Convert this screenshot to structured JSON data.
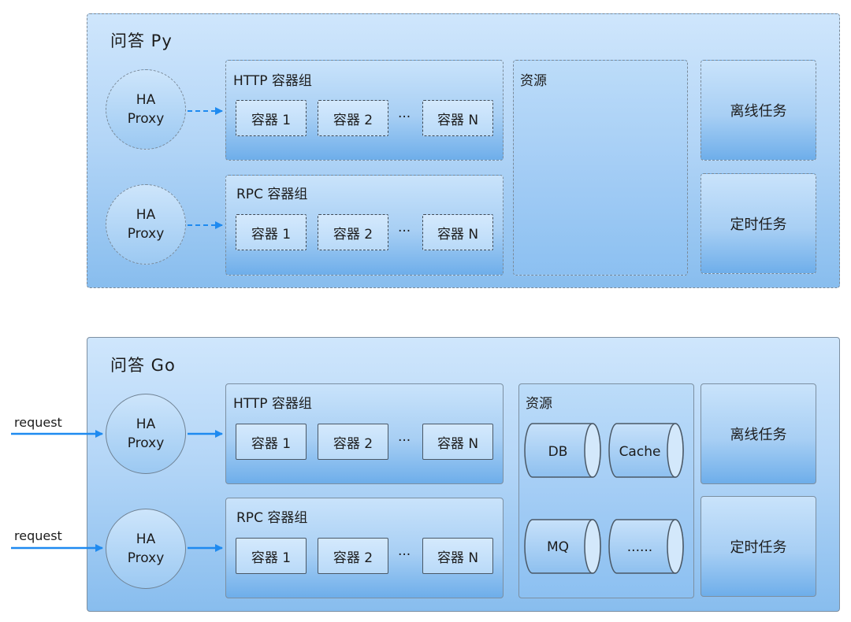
{
  "py": {
    "title": "问答 Py",
    "proxy_line1": "HA",
    "proxy_line2": "Proxy",
    "http_group": {
      "title": "HTTP 容器组",
      "c1": "容器 1",
      "c2": "容器 2",
      "ellipsis": "···",
      "cn": "容器 N"
    },
    "rpc_group": {
      "title": "RPC 容器组",
      "c1": "容器 1",
      "c2": "容器 2",
      "ellipsis": "···",
      "cn": "容器 N"
    },
    "resources": {
      "title": "资源"
    },
    "offline_task": "离线任务",
    "scheduled_task": "定时任务"
  },
  "go": {
    "title": "问答 Go",
    "request_label": "request",
    "proxy_line1": "HA",
    "proxy_line2": "Proxy",
    "http_group": {
      "title": "HTTP 容器组",
      "c1": "容器 1",
      "c2": "容器 2",
      "ellipsis": "···",
      "cn": "容器 N"
    },
    "rpc_group": {
      "title": "RPC 容器组",
      "c1": "容器 1",
      "c2": "容器 2",
      "ellipsis": "···",
      "cn": "容器 N"
    },
    "resources": {
      "title": "资源",
      "db": "DB",
      "cache": "Cache",
      "mq": "MQ",
      "more": "......"
    },
    "offline_task": "离线任务",
    "scheduled_task": "定时任务"
  },
  "colors": {
    "arrow": "#1e8af0",
    "panel_top": "#c9e3fb",
    "panel_bottom": "#6eaeea",
    "border": "#7a8a99"
  }
}
